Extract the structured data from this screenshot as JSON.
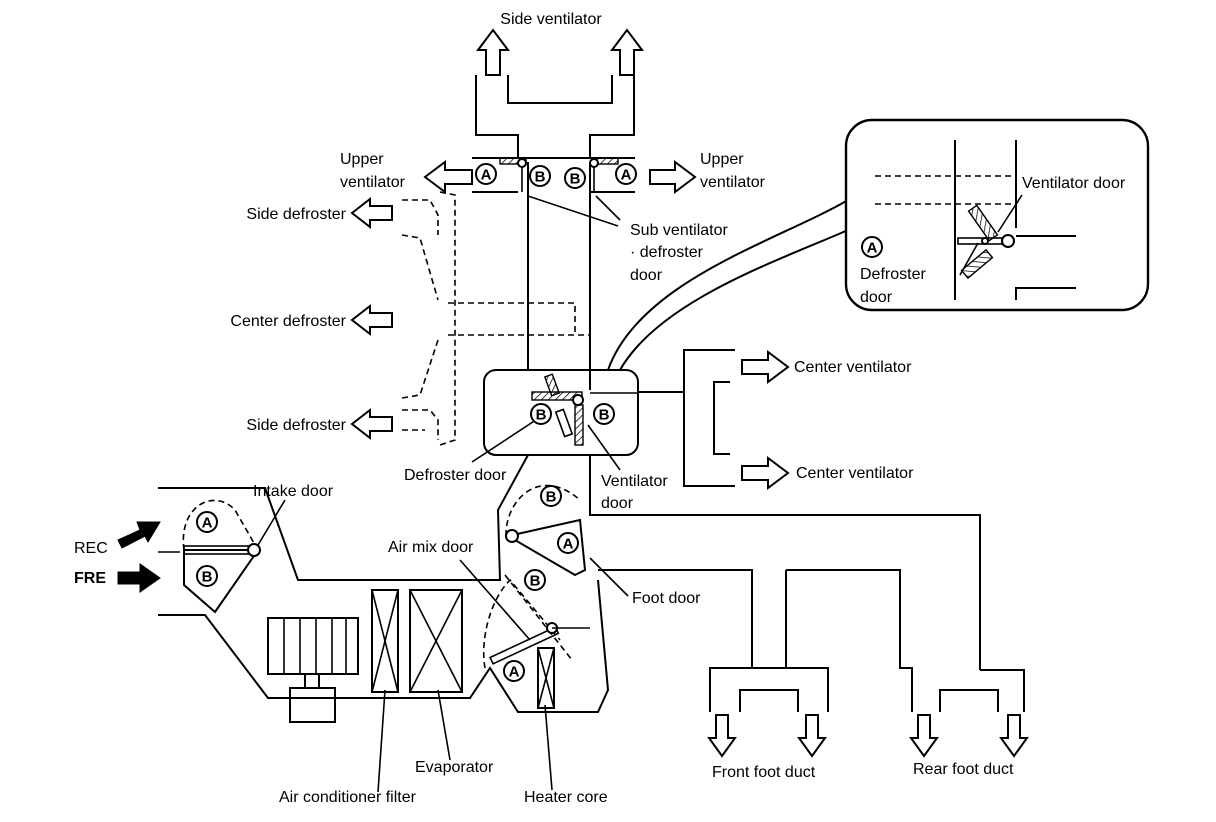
{
  "labels": {
    "side_ventilator": "Side ventilator",
    "upper_ventilator_left_1": "Upper",
    "upper_ventilator_left_2": "ventilator",
    "upper_ventilator_right_1": "Upper",
    "upper_ventilator_right_2": "ventilator",
    "side_defroster_top": "Side defroster",
    "center_defroster": "Center defroster",
    "side_defroster_bottom": "Side defroster",
    "sub_ventilator_1": "Sub ventilator",
    "sub_ventilator_2": "· defroster",
    "sub_ventilator_3": "door",
    "inset_ventilator_door": "Ventilator door",
    "inset_defroster_1": "Defroster",
    "inset_defroster_2": "door",
    "center_ventilator_top": "Center ventilator",
    "center_ventilator_bottom": "Center ventilator",
    "defroster_door": "Defroster door",
    "ventilator_door_1": "Ventilator",
    "ventilator_door_2": "door",
    "intake_door": "Intake door",
    "rec": "REC",
    "fre": "FRE",
    "air_mix_door": "Air mix door",
    "foot_door": "Foot door",
    "evaporator": "Evaporator",
    "air_conditioner_filter": "Air conditioner filter",
    "heater_core": "Heater core",
    "front_foot_duct": "Front foot duct",
    "rear_foot_duct": "Rear foot duct"
  },
  "markers": {
    "a": "A",
    "b": "B"
  }
}
